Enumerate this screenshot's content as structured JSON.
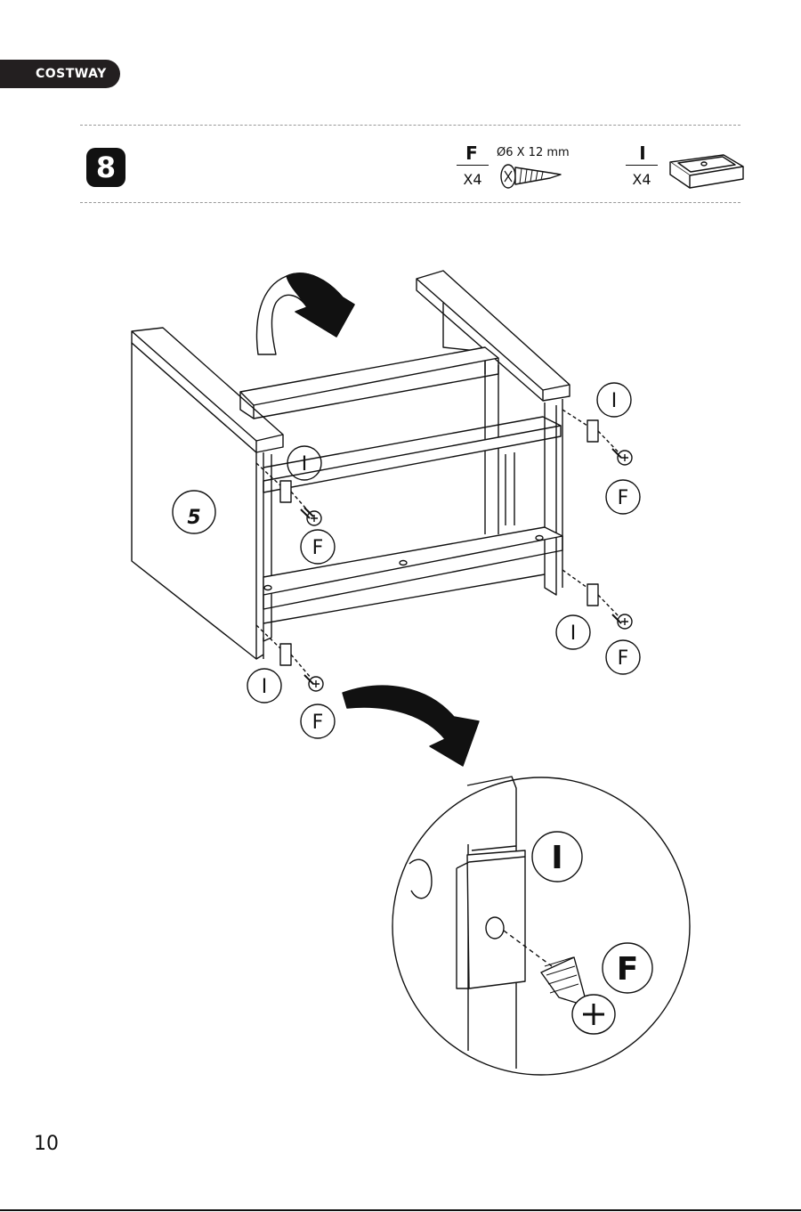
{
  "brand": {
    "name": "COSTWAY"
  },
  "step": {
    "number": "8"
  },
  "parts": [
    {
      "letter": "F",
      "qty": "X4",
      "spec": "Ø6 X 12 mm",
      "icon": "screw-icon"
    },
    {
      "letter": "I",
      "qty": "X4",
      "icon": "bracket-icon"
    }
  ],
  "diagram": {
    "panel_label": "5",
    "callouts": {
      "i1": "I",
      "i2": "I",
      "i3": "I",
      "i4": "I",
      "f1": "F",
      "f2": "F",
      "f3": "F",
      "f4": "F"
    },
    "detail": {
      "i": "I",
      "f": "F"
    }
  },
  "page": {
    "number": "10"
  }
}
